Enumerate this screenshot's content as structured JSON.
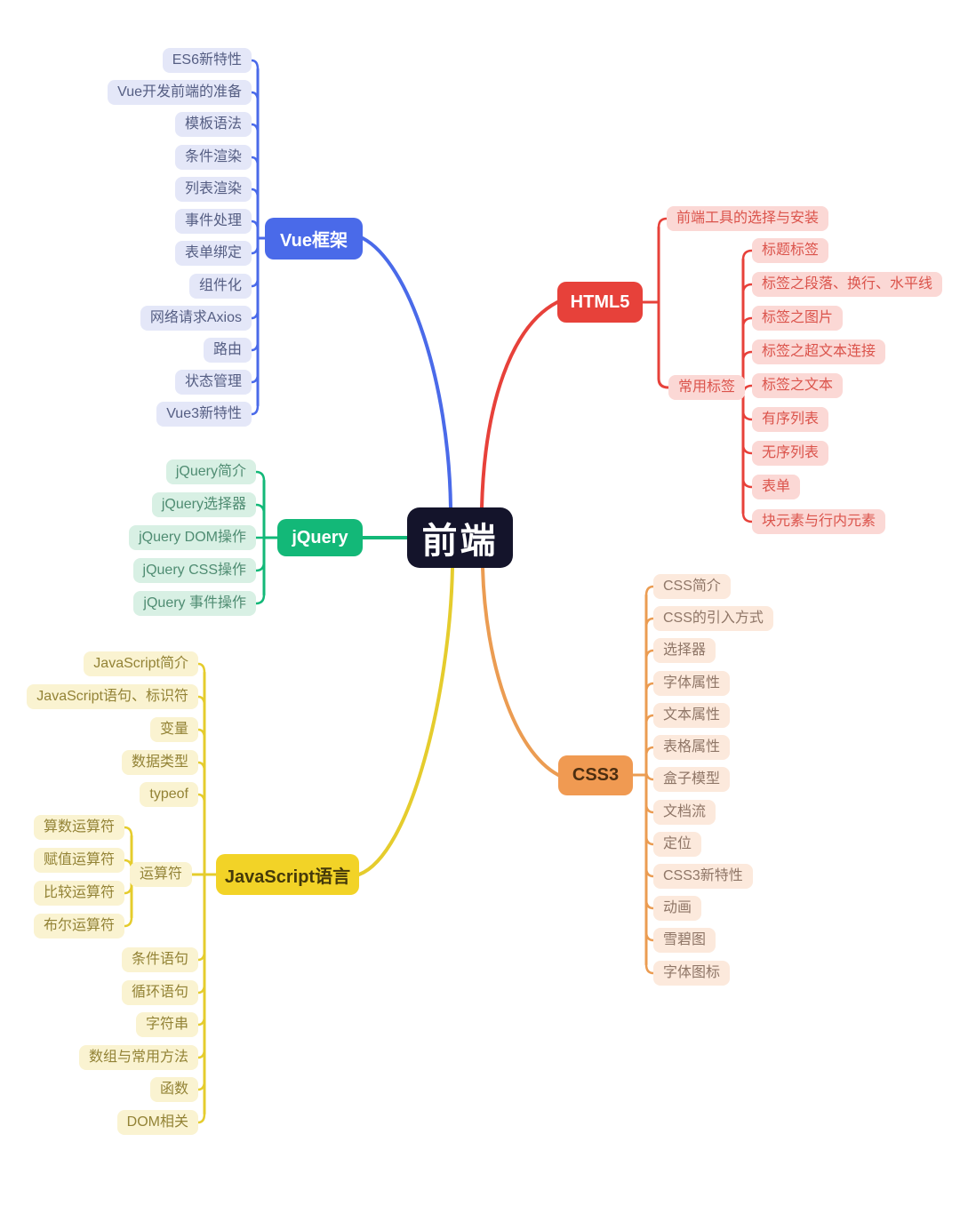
{
  "root": {
    "label": "前端"
  },
  "branches": {
    "vue": {
      "label": "Vue框架",
      "children": [
        "ES6新特性",
        "Vue开发前端的准备",
        "模板语法",
        "条件渲染",
        "列表渲染",
        "事件处理",
        "表单绑定",
        "组件化",
        "网络请求Axios",
        "路由",
        "状态管理",
        "Vue3新特性"
      ]
    },
    "jquery": {
      "label": "jQuery",
      "children": [
        "jQuery简介",
        "jQuery选择器",
        "jQuery DOM操作",
        "jQuery CSS操作",
        "jQuery 事件操作"
      ]
    },
    "javascript": {
      "label": "JavaScript语言",
      "children_top": [
        "JavaScript简介",
        "JavaScript语句、标识符",
        "变量",
        "数据类型",
        "typeof"
      ],
      "operators": {
        "label": "运算符",
        "children": [
          "算数运算符",
          "赋值运算符",
          "比较运算符",
          "布尔运算符"
        ]
      },
      "children_bottom": [
        "条件语句",
        "循环语句",
        "字符串",
        "数组与常用方法",
        "函数",
        "DOM相关"
      ]
    },
    "html5": {
      "label": "HTML5",
      "children": [
        "前端工具的选择与安装"
      ],
      "tags": {
        "label": "常用标签",
        "children": [
          "标题标签",
          "标签之段落、换行、水平线",
          "标签之图片",
          "标签之超文本连接",
          "标签之文本",
          "有序列表",
          "无序列表",
          "表单",
          "块元素与行内元素"
        ]
      }
    },
    "css3": {
      "label": "CSS3",
      "children": [
        "CSS简介",
        "CSS的引入方式",
        "选择器",
        "字体属性",
        "文本属性",
        "表格属性",
        "盒子模型",
        "文档流",
        "定位",
        "CSS3新特性",
        "动画",
        "雪碧图",
        "字体图标"
      ]
    }
  },
  "colors": {
    "background": "#ffffff",
    "root_bg": "#14142b",
    "root_text": "#ffffff",
    "vue": {
      "main": "#4a6ae9",
      "main_text": "#ffffff",
      "child_bg": "#e4e7f8",
      "child_text": "#555e83",
      "line": "#4a6ae9"
    },
    "jquery": {
      "main": "#13b878",
      "main_text": "#ffffff",
      "child_bg": "#d8f0e4",
      "child_text": "#4f8c72",
      "line": "#13b878"
    },
    "javascript": {
      "main": "#f2d327",
      "main_text": "#44390a",
      "child_bg": "#faf3d1",
      "child_text": "#938336",
      "line": "#e5cc2d"
    },
    "html5": {
      "main": "#e7413a",
      "main_text": "#ffffff",
      "child_bg": "#fbd8d5",
      "child_text": "#db544c",
      "line": "#e7413a"
    },
    "css3": {
      "main": "#f09a52",
      "main_text": "#4d2e10",
      "child_bg": "#fce9dc",
      "child_text": "#8f7667",
      "line": "#eb9c52"
    }
  }
}
